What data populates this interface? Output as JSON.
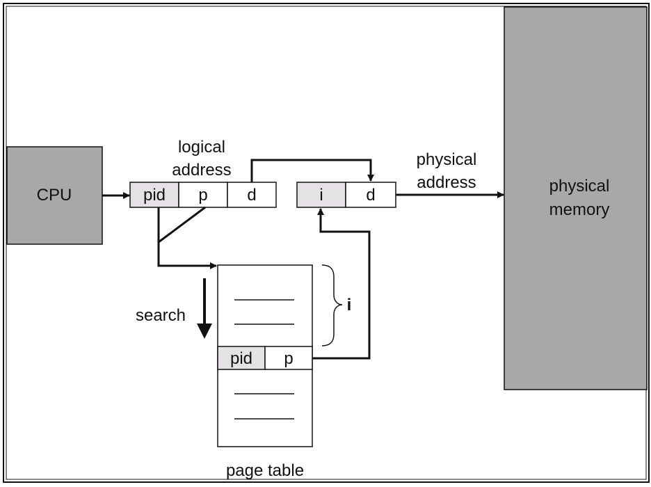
{
  "cpu": {
    "label": "CPU"
  },
  "logical_address": {
    "caption_line1": "logical",
    "caption_line2": "address",
    "fields": [
      "pid",
      "p",
      "d"
    ]
  },
  "physical_address": {
    "caption_line1": "physical",
    "caption_line2": "address",
    "fields": [
      "i",
      "d"
    ]
  },
  "physical_memory": {
    "label_line1": "physical",
    "label_line2": "memory"
  },
  "page_table": {
    "caption": "page table",
    "entry_fields": [
      "pid",
      "p"
    ],
    "brace_label": "i"
  },
  "search": {
    "label": "search"
  },
  "colors": {
    "box_fill": "#a9a8a9",
    "field_fill": "#e4e2e4",
    "stroke": "#111111"
  }
}
